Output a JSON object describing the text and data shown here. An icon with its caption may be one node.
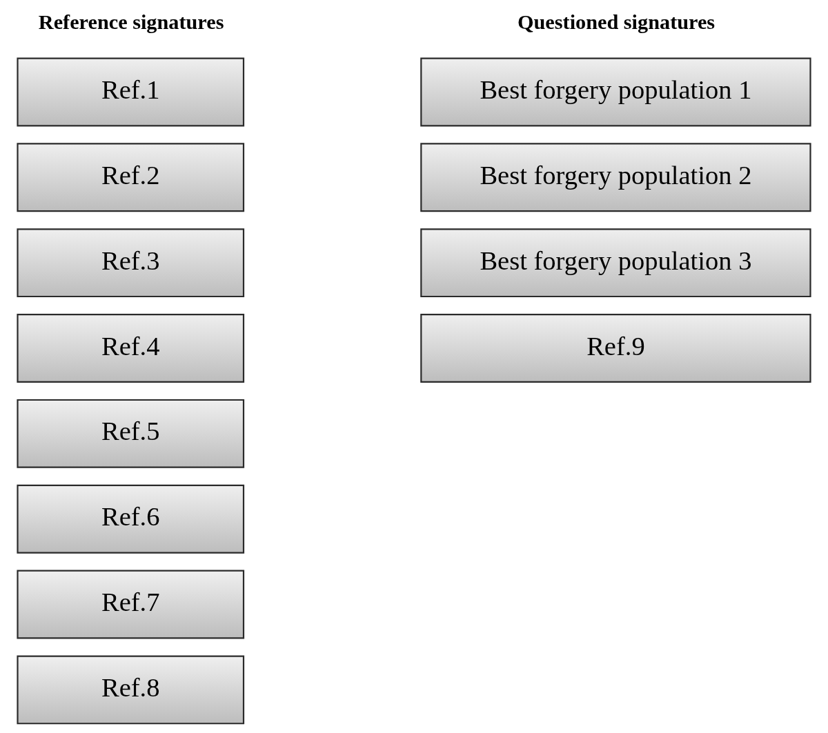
{
  "diagram": {
    "nodes": [
      {
        "text": [
          "Ref.1"
        ]
      },
      {
        "text": [
          "Ref.2"
        ]
      },
      {
        "text": [
          "Ref.3"
        ]
      },
      {
        "text": [
          "Ref.4"
        ]
      },
      {
        "text": [
          "Ref.5"
        ]
      },
      {
        "text": [
          "Ref.6"
        ]
      },
      {
        "text": [
          "Ref.7"
        ]
      },
      {
        "text": [
          "Ref.8"
        ]
      },
      {
        "text": [
          "Best forgery population 1"
        ]
      },
      {
        "text": [
          "Best forgery population 2"
        ]
      },
      {
        "text": [
          "Best forgery population 3"
        ]
      },
      {
        "text": [
          "Ref.9"
        ]
      }
    ],
    "labels": [
      "Reference signatures",
      "Questioned signatures"
    ]
  }
}
